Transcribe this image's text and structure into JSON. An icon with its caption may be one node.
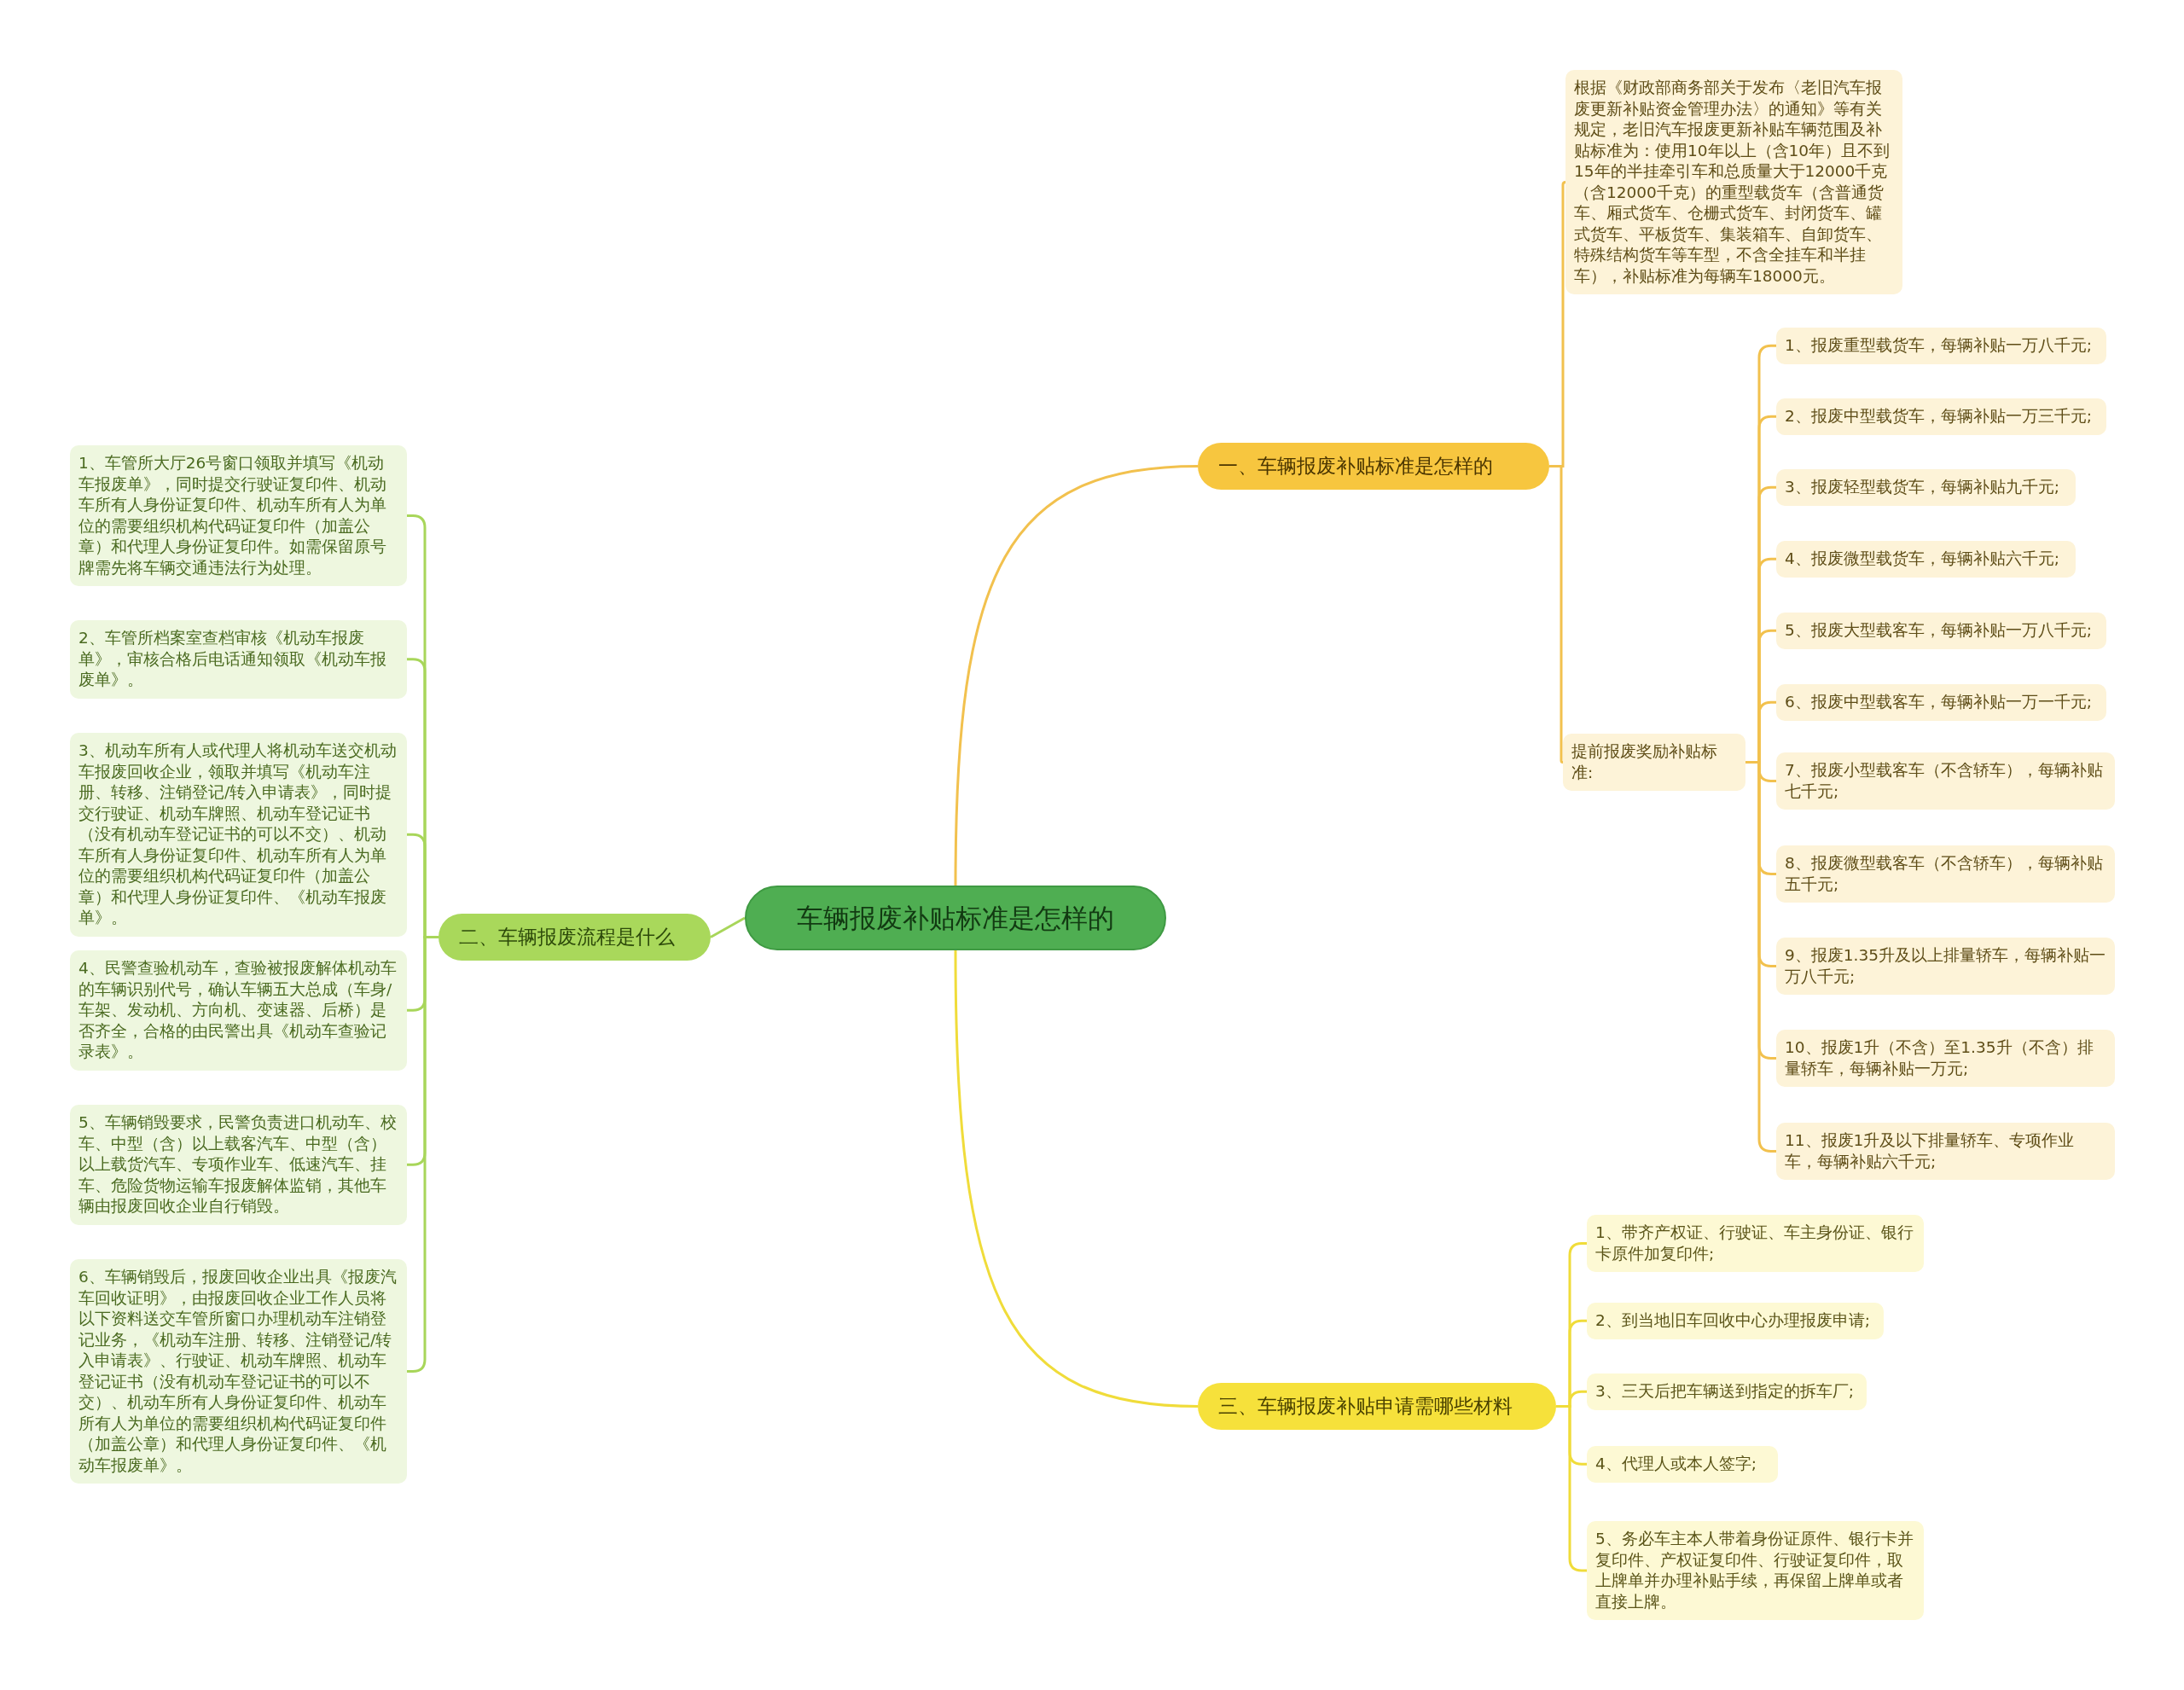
{
  "diagram": {
    "nodes": [
      {
        "text": [
          "车辆报废补贴标准是怎样的"
        ]
      },
      {
        "text": [
          "一、车辆报废补贴标准是怎样的"
        ]
      },
      {
        "text": [
          "根据《财政部商务部关于发布〈老旧汽车报废更新补贴资金管理办法〉的通知》等有关规定，老旧汽车报废更新补贴车辆范围及补贴标准为：使用10年以上（含10年）且不到15年的半挂牵引车和总质量大于12000千克（含12000千克）的重型载货车（含普通货车、厢式货车、仓栅式货车、封闭货车、罐式货车、平板货车、集装箱车、自卸货车、特殊结构货车等车型，不含全挂车和半挂车），补贴标准为每辆车18000元。"
        ]
      },
      {
        "text": [
          "提前报废奖励补贴标准:"
        ]
      },
      {
        "text": [
          "1、报废重型载货车，每辆补贴一万八千元;"
        ]
      },
      {
        "text": [
          "2、报废中型载货车，每辆补贴一万三千元;"
        ]
      },
      {
        "text": [
          "3、报废轻型载货车，每辆补贴九千元;"
        ]
      },
      {
        "text": [
          "4、报废微型载货车，每辆补贴六千元;"
        ]
      },
      {
        "text": [
          "5、报废大型载客车，每辆补贴一万八千元;"
        ]
      },
      {
        "text": [
          "6、报废中型载客车，每辆补贴一万一千元;"
        ]
      },
      {
        "text": [
          "7、报废小型载客车（不含轿车），每辆补贴七千元;"
        ]
      },
      {
        "text": [
          "8、报废微型载客车（不含轿车），每辆补贴五千元;"
        ]
      },
      {
        "text": [
          "9、报废1.35升及以上排量轿车，每辆补贴一万八千元;"
        ]
      },
      {
        "text": [
          "10、报废1升（不含）至1.35升（不含）排量轿车，每辆补贴一万元;"
        ]
      },
      {
        "text": [
          "11、报废1升及以下排量轿车、专项作业车，每辆补贴六千元;"
        ]
      },
      {
        "text": [
          "二、车辆报废流程是什么"
        ]
      },
      {
        "text": [
          "1、车管所大厅26号窗口领取并填写《机动车报废单》，同时提交行驶证复印件、机动车所有人身份证复印件、机动车所有人为单位的需要组织机构代码证复印件（加盖公章）和代理人身份证复印件。如需保留原号牌需先将车辆交通违法行为处理。"
        ]
      },
      {
        "text": [
          "2、车管所档案室查档审核《机动车报废单》，审核合格后电话通知领取《机动车报废单》。"
        ]
      },
      {
        "text": [
          "3、机动车所有人或代理人将机动车送交机动车报废回收企业，领取并填写《机动车注册、转移、注销登记/转入申请表》，同时提交行驶证、机动车牌照、机动车登记证书（没有机动车登记证书的可以不交）、机动车所有人身份证复印件、机动车所有人为单位的需要组织机构代码证复印件（加盖公章）和代理人身份证复印件、《机动车报废单》。"
        ]
      },
      {
        "text": [
          "4、民警查验机动车，查验被报废解体机动车的车辆识别代号，确认车辆五大总成（车身/车架、发动机、方向机、变速器、后桥）是否齐全，合格的由民警出具《机动车查验记录表》。"
        ]
      },
      {
        "text": [
          "5、车辆销毁要求，民警负责进口机动车、校车、中型（含）以上载客汽车、中型（含）以上载货汽车、专项作业车、低速汽车、挂车、危险货物运输车报废解体监销，其他车辆由报废回收企业自行销毁。"
        ]
      },
      {
        "text": [
          "6、车辆销毁后，报废回收企业出具《报废汽车回收证明》，由报废回收企业工作人员将以下资料送交车管所窗口办理机动车注销登记业务，《机动车注册、转移、注销登记/转入申请表》、行驶证、机动车牌照、机动车登记证书（没有机动车登记证书的可以不交）、机动车所有人身份证复印件、机动车所有人为单位的需要组织机构代码证复印件（加盖公章）和代理人身份证复印件、《机动车报废单》。"
        ]
      },
      {
        "text": [
          "三、车辆报废补贴申请需哪些材料"
        ]
      },
      {
        "text": [
          "1、带齐产权证、行驶证、车主身份证、银行卡原件加复印件;"
        ]
      },
      {
        "text": [
          "2、到当地旧车回收中心办理报废申请;"
        ]
      },
      {
        "text": [
          "3、三天后把车辆送到指定的拆车厂;"
        ]
      },
      {
        "text": [
          "4、代理人或本人签字;"
        ]
      },
      {
        "text": [
          "5、务必车主本人带着身份证原件、银行卡并复印件、产权证复印件、行驶证复印件，取上牌单并办理补贴手续，再保留上牌单或者直接上牌。"
        ]
      }
    ],
    "edges": [
      {
        "from": 0,
        "to": 1,
        "arrow": "none"
      },
      {
        "from": 1,
        "to": 2,
        "arrow": "none"
      },
      {
        "from": 1,
        "to": 3,
        "arrow": "none"
      },
      {
        "from": 3,
        "to": 4,
        "arrow": "none"
      },
      {
        "from": 3,
        "to": 5,
        "arrow": "none"
      },
      {
        "from": 3,
        "to": 6,
        "arrow": "none"
      },
      {
        "from": 3,
        "to": 7,
        "arrow": "none"
      },
      {
        "from": 3,
        "to": 8,
        "arrow": "none"
      },
      {
        "from": 3,
        "to": 9,
        "arrow": "none"
      },
      {
        "from": 3,
        "to": 10,
        "arrow": "none"
      },
      {
        "from": 3,
        "to": 11,
        "arrow": "none"
      },
      {
        "from": 3,
        "to": 12,
        "arrow": "none"
      },
      {
        "from": 3,
        "to": 13,
        "arrow": "none"
      },
      {
        "from": 3,
        "to": 14,
        "arrow": "none"
      },
      {
        "from": 0,
        "to": 15,
        "arrow": "none",
        "color": "#a8d65a"
      },
      {
        "from": 15,
        "to": 16,
        "arrow": "none",
        "color": "#a8d65a"
      },
      {
        "from": 15,
        "to": 17,
        "arrow": "none",
        "color": "#a8d65a"
      },
      {
        "from": 15,
        "to": 18,
        "arrow": "none",
        "color": "#a8d65a"
      },
      {
        "from": 15,
        "to": 19,
        "arrow": "none",
        "color": "#a8d65a"
      },
      {
        "from": 15,
        "to": 20,
        "arrow": "none",
        "color": "#a8d65a"
      },
      {
        "from": 15,
        "to": 21,
        "arrow": "none",
        "color": "#a8d65a"
      },
      {
        "from": 0,
        "to": 22,
        "arrow": "none",
        "color": "#f0dc3a"
      },
      {
        "from": 22,
        "to": 23,
        "arrow": "none",
        "color": "#f0dc3a"
      },
      {
        "from": 22,
        "to": 24,
        "arrow": "none",
        "color": "#f0dc3a"
      },
      {
        "from": 22,
        "to": 25,
        "arrow": "none",
        "color": "#f0dc3a"
      },
      {
        "from": 22,
        "to": 26,
        "arrow": "none",
        "color": "#f0dc3a"
      },
      {
        "from": 22,
        "to": 27,
        "arrow": "none",
        "color": "#f0dc3a"
      }
    ]
  }
}
